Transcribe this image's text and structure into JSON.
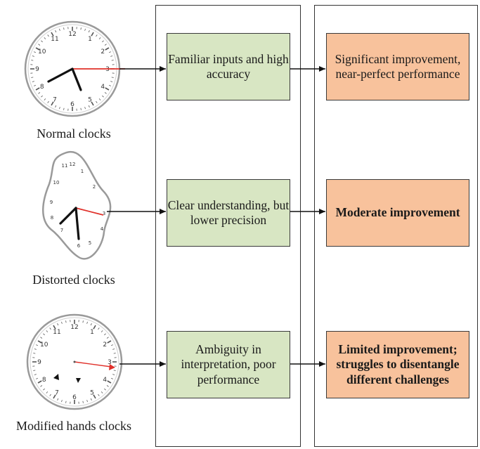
{
  "rows": [
    {
      "caption": "Normal clocks",
      "observation": "Familiar inputs and high accuracy",
      "outcome": "Significant improvement, near-perfect performance"
    },
    {
      "caption": "Distorted clocks",
      "observation": "Clear understanding, but lower precision",
      "outcome": "Moderate improvement"
    },
    {
      "caption": "Modified hands clocks",
      "observation": "Ambiguity in interpretation, poor performance",
      "outcome": "Limited improvement; struggles to disentangle different challenges"
    }
  ],
  "clock_numerals": [
    "12",
    "1",
    "2",
    "3",
    "4",
    "5",
    "6",
    "7",
    "8",
    "9",
    "10",
    "11"
  ],
  "colors": {
    "observation_fill": "#d8e6c3",
    "outcome_fill": "#f8c29c",
    "second_hand": "#e0302a",
    "border": "#333333"
  }
}
